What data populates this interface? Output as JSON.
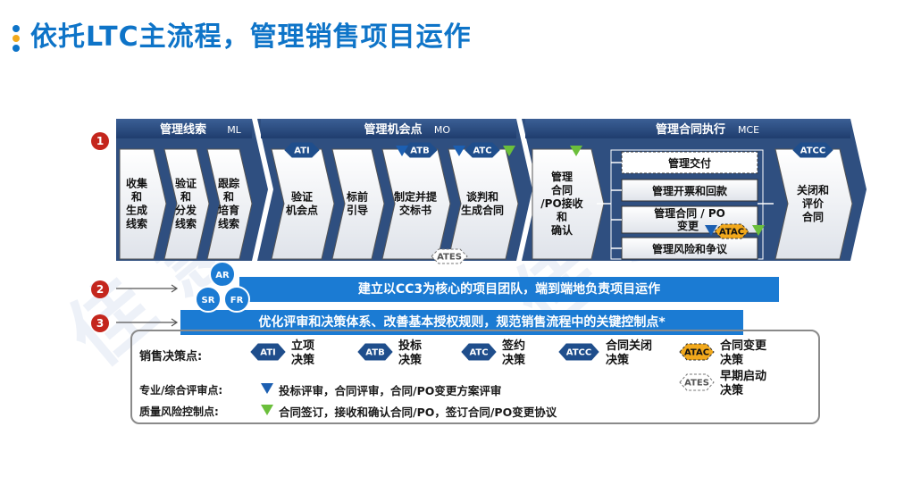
{
  "title": "依托LTC主流程，管理销售项目运作",
  "colors": {
    "blue": "#0e74c8",
    "navy": "#1f3d6e",
    "red": "#c4261d",
    "green": "#6bbf3b",
    "gold": "#f2a91c"
  },
  "phases": [
    {
      "title": "管理线索",
      "code": "ML",
      "steps": [
        "收集\n和\n生成\n线索",
        "验证\n和\n分发\n线索",
        "跟踪\n和\n培育\n线索"
      ]
    },
    {
      "title": "管理机会点",
      "code": "MO",
      "steps": [
        "验证\n机会点",
        "标前\n引导",
        "制定并提\n交标书",
        "谈判和\n生成合同"
      ]
    },
    {
      "title": "管理合同执行",
      "code": "MCE",
      "steps": [
        "管理\n合同\n/PO接收\n和\n确认",
        "关闭和\n评价\n合同"
      ],
      "sub_steps": [
        "管理交付",
        "管理开票和回款",
        "管理合同 / PO\n变更",
        "管理风险和争议"
      ]
    }
  ],
  "decision_tags": {
    "ati": "ATI",
    "atb": "ATB",
    "atc": "ATC",
    "atcc": "ATCC",
    "atac": "ATAC",
    "ates": "ATES"
  },
  "numbers": [
    "1",
    "2",
    "3"
  ],
  "roles": [
    "AR",
    "SR",
    "FR"
  ],
  "band2": "建立以CC3为核心的项目团队，端到端地负责项目运作",
  "band3": "优化评审和决策体系、改善基本授权规则，规范销售流程中的关键控制点*",
  "legend": {
    "decision_label": "销售决策点:",
    "decisions": [
      {
        "tag": "ATI",
        "text": "立项\n决策"
      },
      {
        "tag": "ATB",
        "text": "投标\n决策"
      },
      {
        "tag": "ATC",
        "text": "签约\n决策"
      },
      {
        "tag": "ATCC",
        "text": "合同关闭\n决策"
      },
      {
        "tag": "ATAC",
        "text": "合同变更\n决策"
      },
      {
        "tag": "ATES",
        "text": "早期启动\n决策"
      }
    ],
    "review_label": "专业/综合评审点:",
    "review_text": "投标评审，合同评审，合同/PO变更方案评审",
    "quality_label": "质量风险控制点:",
    "quality_text": "合同签订，接收和确认合同/PO，签订合同/PO变更协议"
  },
  "watermark": "佳 慧"
}
